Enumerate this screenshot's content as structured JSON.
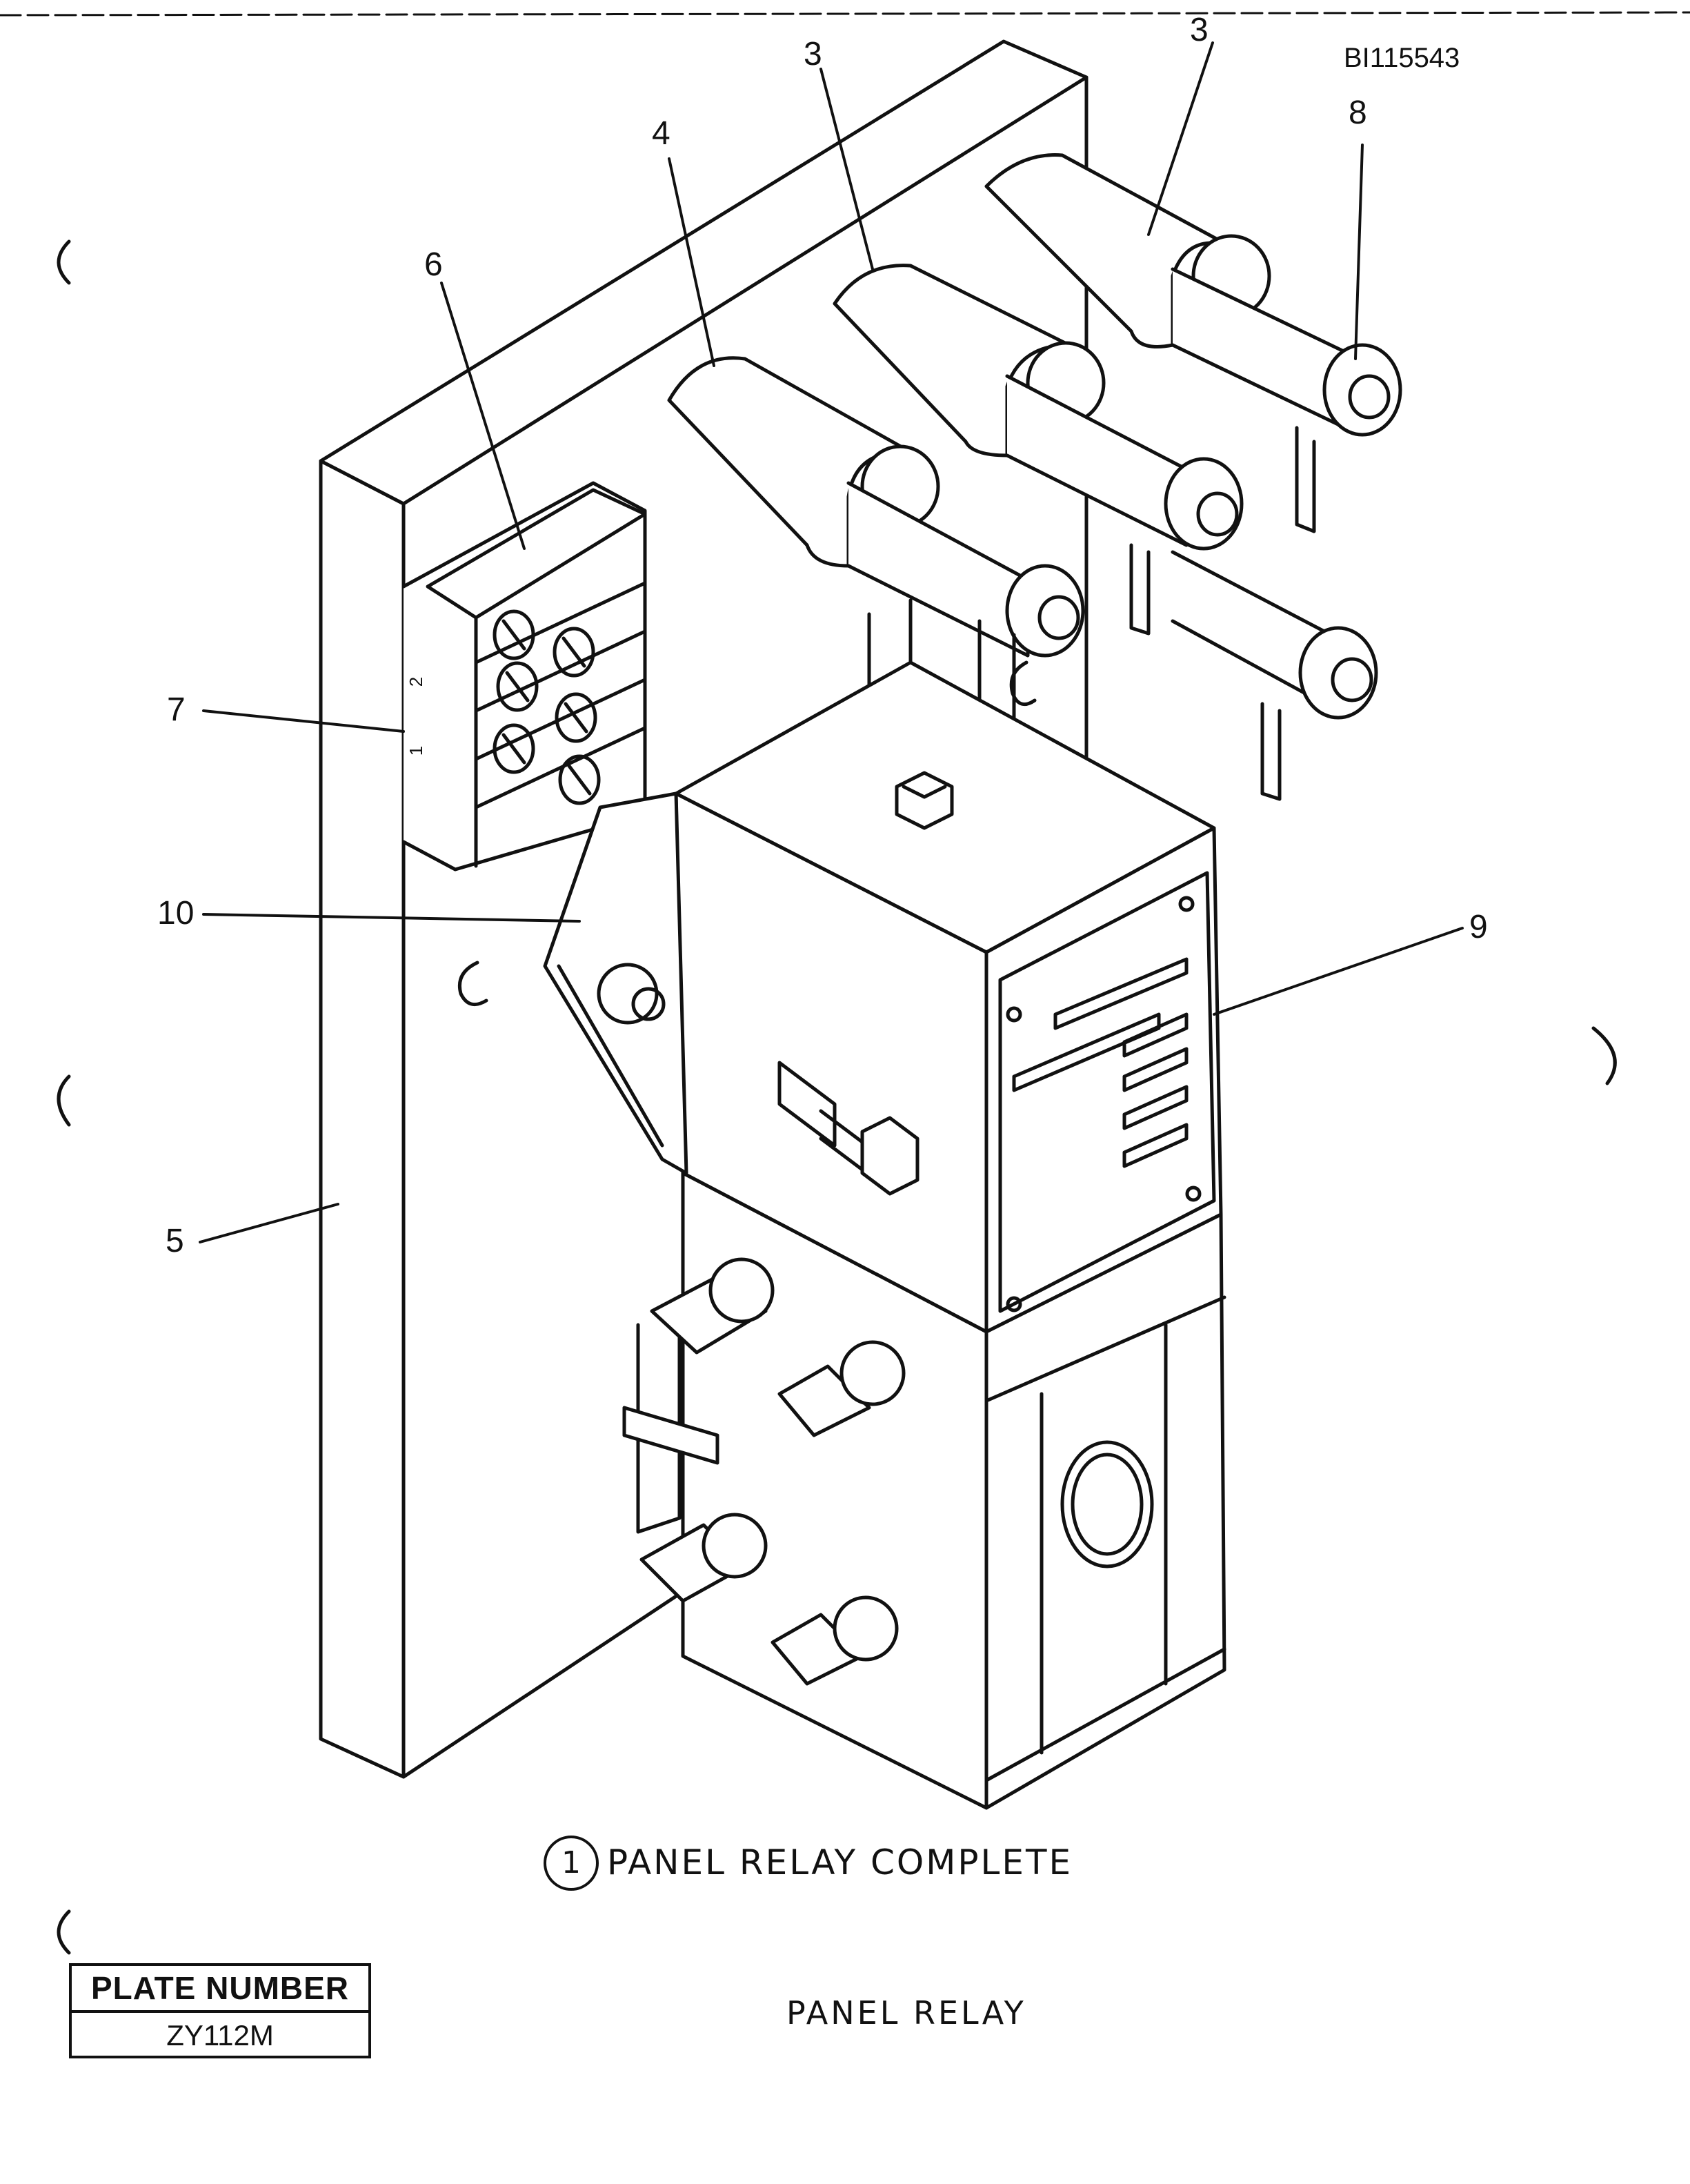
{
  "document": {
    "doc_id": "BI115543",
    "caption_index": "1",
    "caption": "PANEL RELAY COMPLETE",
    "title": "PANEL RELAY",
    "plate_header": "PLATE NUMBER",
    "plate_number": "ZY112M"
  },
  "callouts": [
    {
      "id": "3a",
      "text": "3"
    },
    {
      "id": "3b",
      "text": "3"
    },
    {
      "id": "4",
      "text": "4"
    },
    {
      "id": "5",
      "text": "5"
    },
    {
      "id": "6",
      "text": "6"
    },
    {
      "id": "7",
      "text": "7"
    },
    {
      "id": "8",
      "text": "8"
    },
    {
      "id": "9",
      "text": "9"
    },
    {
      "id": "10",
      "text": "10"
    }
  ],
  "terminal_marks": [
    "2",
    "1"
  ]
}
